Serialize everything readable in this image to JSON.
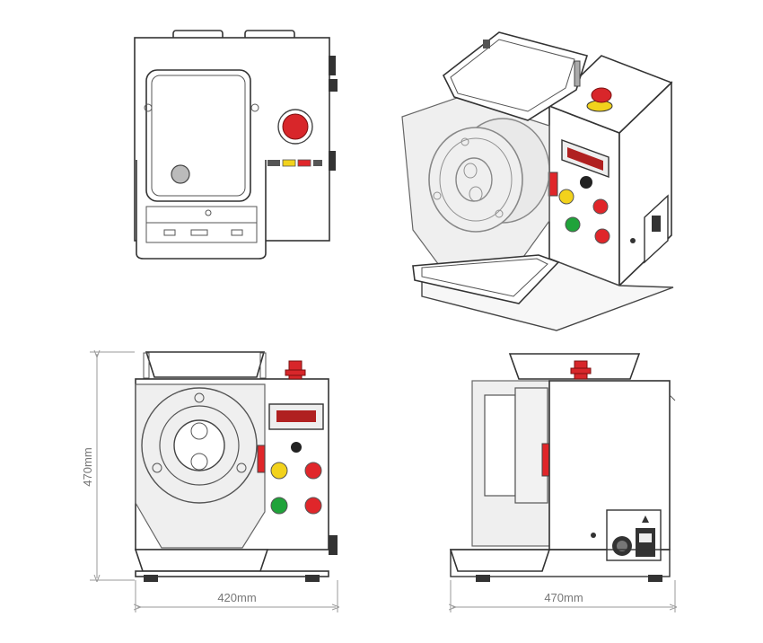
{
  "dimensions": {
    "height_label": "470mm",
    "front_width_label": "420mm",
    "side_width_label": "470mm"
  },
  "colors": {
    "red_button": "#e0262a",
    "yellow_button": "#f2d21c",
    "green_button": "#1fa33a",
    "display_red": "#b02020",
    "emergency_red": "#d8262a",
    "black_knob": "#222222"
  }
}
